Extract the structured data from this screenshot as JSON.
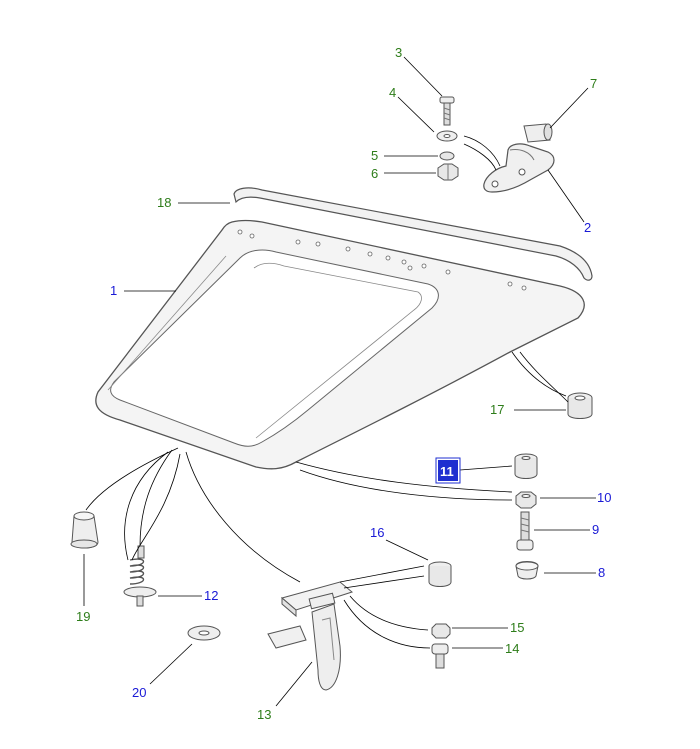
{
  "diagram": {
    "colors": {
      "outline": "#555555",
      "part_fill": "#f2f2f2",
      "leader": "#000000",
      "label_blue": "#1a1ad6",
      "label_green": "#2e7d1a",
      "selected_bg": "#1f2fd0",
      "selected_text": "#ffffff"
    },
    "labels": {
      "l1": "1",
      "l2": "2",
      "l3": "3",
      "l4": "4",
      "l5": "5",
      "l6": "6",
      "l7": "7",
      "l8": "8",
      "l9": "9",
      "l10": "10",
      "l11": "11",
      "l12": "12",
      "l13": "13",
      "l14": "14",
      "l15": "15",
      "l16": "16",
      "l17": "17",
      "l18": "18",
      "l19": "19",
      "l20": "20"
    },
    "selected_label": "11"
  }
}
